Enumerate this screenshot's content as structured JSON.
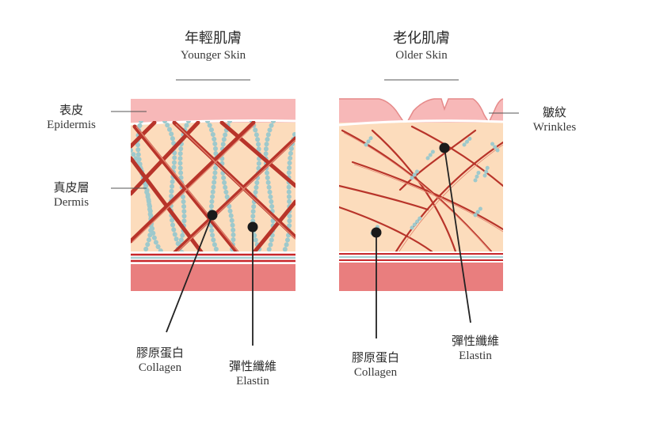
{
  "young": {
    "title_zh": "年輕肌膚",
    "title_en": "Younger Skin",
    "collagen_zh": "膠原蛋白",
    "collagen_en": "Collagen",
    "elastin_zh": "彈性纖維",
    "elastin_en": "Elastin"
  },
  "old": {
    "title_zh": "老化肌膚",
    "title_en": "Older Skin",
    "collagen_zh": "膠原蛋白",
    "collagen_en": "Collagen",
    "elastin_zh": "彈性纖維",
    "elastin_en": "Elastin"
  },
  "labels": {
    "epidermis_zh": "表皮",
    "epidermis_en": "Epidermis",
    "dermis_zh": "真皮層",
    "dermis_en": "Dermis",
    "wrinkles_zh": "皺紋",
    "wrinkles_en": "Wrinkles"
  },
  "colors": {
    "epidermis": "#f7b8b8",
    "dermis": "#fcdcbc",
    "collagen": "#b8342a",
    "elastin": "#9ec9cc",
    "hypodermis": "#e97e7e",
    "leader": "#222222"
  }
}
